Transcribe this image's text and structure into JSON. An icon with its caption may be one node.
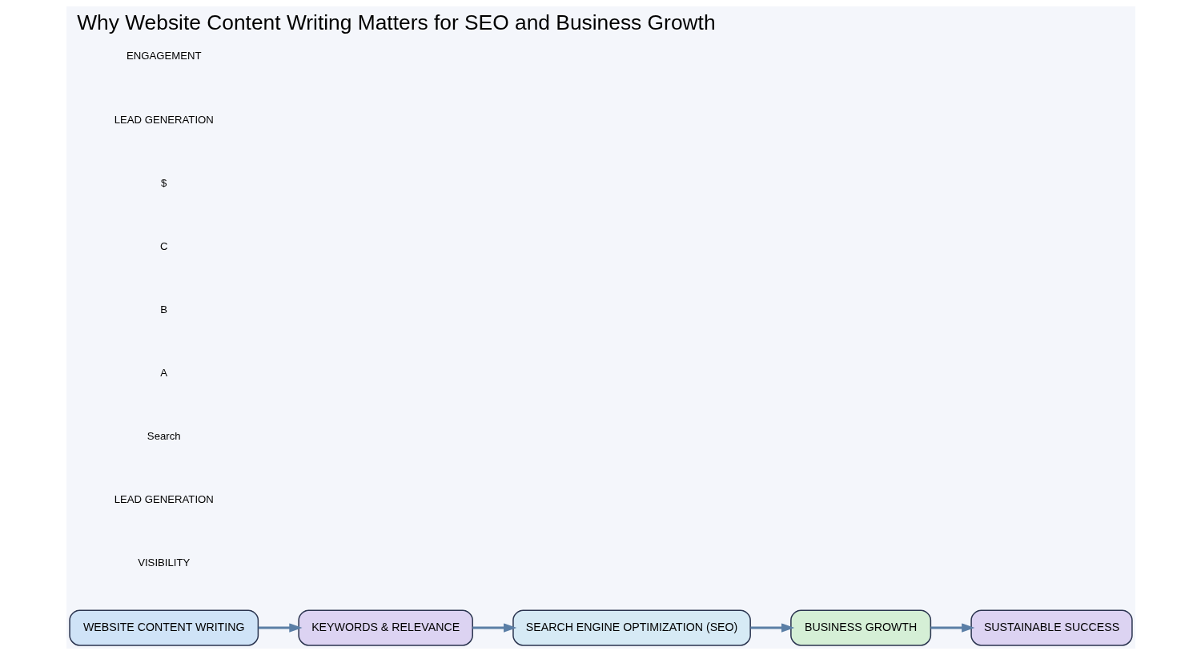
{
  "diagram": {
    "title": "Why Website Content Writing Matters for SEO and Business Growth",
    "nodes": [
      {
        "text": [
          "WEBSITE CONTENT WRITING"
        ]
      },
      {
        "text": [
          "KEYWORDS & RELEVANCE"
        ]
      },
      {
        "text": [
          "SEARCH ENGINE OPTIMIZATION (SEO)"
        ]
      },
      {
        "text": [
          "BUSINESS GROWTH"
        ]
      },
      {
        "text": [
          "SUSTAINABLE SUCCESS"
        ]
      }
    ],
    "edges": [
      {
        "from": 0,
        "to": 1,
        "arrow": "to"
      },
      {
        "from": 1,
        "to": 2,
        "arrow": "to"
      },
      {
        "from": 2,
        "to": 3,
        "arrow": "to"
      },
      {
        "from": 3,
        "to": 4,
        "arrow": "to"
      }
    ],
    "labels": [
      "VISIBILITY",
      "LEAD GENERATION",
      "Search",
      "A",
      "B",
      "C",
      "$",
      "LEAD GENERATION",
      "ENGAGEMENT"
    ]
  }
}
